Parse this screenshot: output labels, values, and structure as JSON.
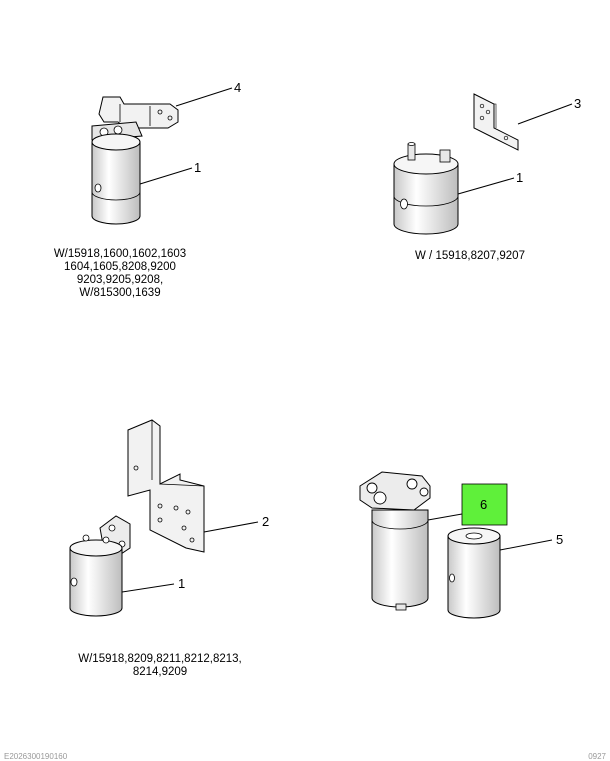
{
  "groups": [
    {
      "caption": [
        "W/15918,1600,1602,1603",
        "1604,1605,8208,9200",
        "9203,9205,9208,",
        "W/815300,1639"
      ],
      "callouts": [
        "4",
        "1"
      ]
    },
    {
      "caption": [
        "W / 15918,8207,9207"
      ],
      "callouts": [
        "3",
        "1"
      ]
    },
    {
      "caption": [
        "W/15918,8209,8211,8212,8213,",
        "8214,9209"
      ],
      "callouts": [
        "2",
        "1"
      ]
    },
    {
      "caption": [],
      "callouts": [
        "6",
        "5"
      ]
    }
  ],
  "highlight": {
    "label": "6",
    "color": "#5ff03a"
  },
  "footer": {
    "left": "E2026300190160",
    "right": "0927"
  }
}
